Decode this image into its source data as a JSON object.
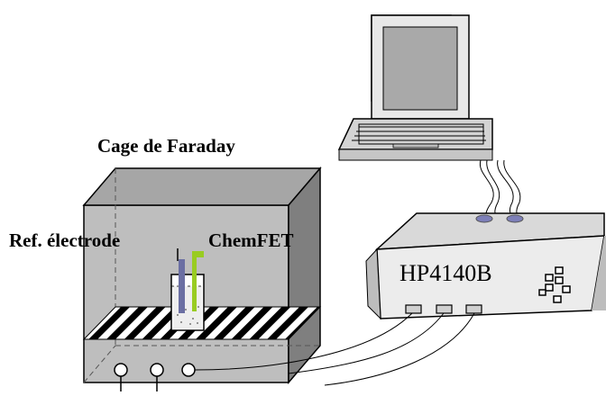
{
  "labels": {
    "cage": "Cage de Faraday",
    "reference_electrode": "Ref. électrode",
    "chemfet": "ChemFET",
    "instrument": "HP4140B"
  },
  "colors": {
    "cage_front": "#bebebe",
    "cage_top": "#a6a6a6",
    "cage_side": "#7f7f7f",
    "instrument_top": "#d9d9d9",
    "instrument_front": "#ececec",
    "instrument_side": "#bdbdbd",
    "reference_electrode": "#6b6fa3",
    "chemfet": "#99cc22",
    "connector_ovals": "#7d7fb8"
  },
  "icons": [
    "laptop-icon",
    "faraday-cage",
    "beaker-icon",
    "bnc-connector",
    "instrument-box"
  ]
}
